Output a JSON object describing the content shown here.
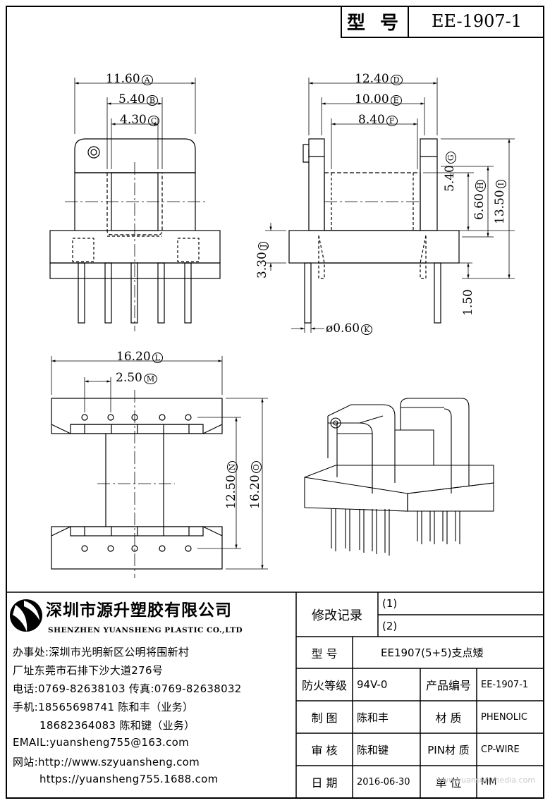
{
  "header": {
    "model_label": "型 号",
    "model_value": "EE-1907-1"
  },
  "dimensions": {
    "A": {
      "value": "11.60",
      "tag": "A"
    },
    "B": {
      "value": "5.40",
      "tag": "B"
    },
    "C": {
      "value": "4.30",
      "tag": "C"
    },
    "D": {
      "value": "12.40",
      "tag": "D"
    },
    "E": {
      "value": "10.00",
      "tag": "E"
    },
    "F": {
      "value": "8.40",
      "tag": "F"
    },
    "G": {
      "value": "5.40",
      "tag": "G"
    },
    "H": {
      "value": "6.60",
      "tag": "H"
    },
    "I": {
      "value": "13.50",
      "tag": "I"
    },
    "J": {
      "value": "3.30",
      "tag": "J"
    },
    "pin_len": {
      "value": "1.50"
    },
    "K": {
      "value": "ø0.60",
      "tag": "K"
    },
    "L": {
      "value": "16.20",
      "tag": "L"
    },
    "M": {
      "value": "2.50",
      "tag": "M"
    },
    "N": {
      "value": "12.50",
      "tag": "N"
    },
    "O": {
      "value": "16.20",
      "tag": "O"
    }
  },
  "company": {
    "name_cn": "深圳市源升塑胶有限公司",
    "name_en": "SHENZHEN YUANSHENG PLASTIC CO.,LTD",
    "office": "办事处:深圳市光明新区公明将围新村",
    "factory": "厂址东莞市石排下沙大道276号",
    "phone": "电话:0769-82638103 传真:0769-82638032",
    "mobile1": "手机:18565698741 陈和丰（业务）",
    "mobile2": "18682364083 陈和键（业务）",
    "email": "EMAIL:yuansheng755@163.com",
    "website1": "网站:http://www.szyuansheng.com",
    "website2": "https://yuansheng755.1688.com"
  },
  "revision": {
    "label": "修改记录",
    "rev1": "(1)",
    "rev2": "(2)"
  },
  "specs": {
    "model_label": "型 号",
    "model_value": "EE1907(5+5)支点矮",
    "fire_label": "防火等级",
    "fire_value": "94V-0",
    "product_no_label": "产品编号",
    "product_no_value": "EE-1907-1",
    "drawn_label": "制 图",
    "drawn_value": "陈和丰",
    "material_label": "材 质",
    "material_value": "PHENOLIC",
    "check_label": "审 核",
    "check_value": "陈和键",
    "pin_material_label": "PIN材 质",
    "pin_material_value": "CP-WIRE",
    "date_label": "日 期",
    "date_value": "2016-06-30",
    "unit_label": "单 位",
    "unit_value": "MM"
  },
  "watermark": "www.yuansun media.com"
}
